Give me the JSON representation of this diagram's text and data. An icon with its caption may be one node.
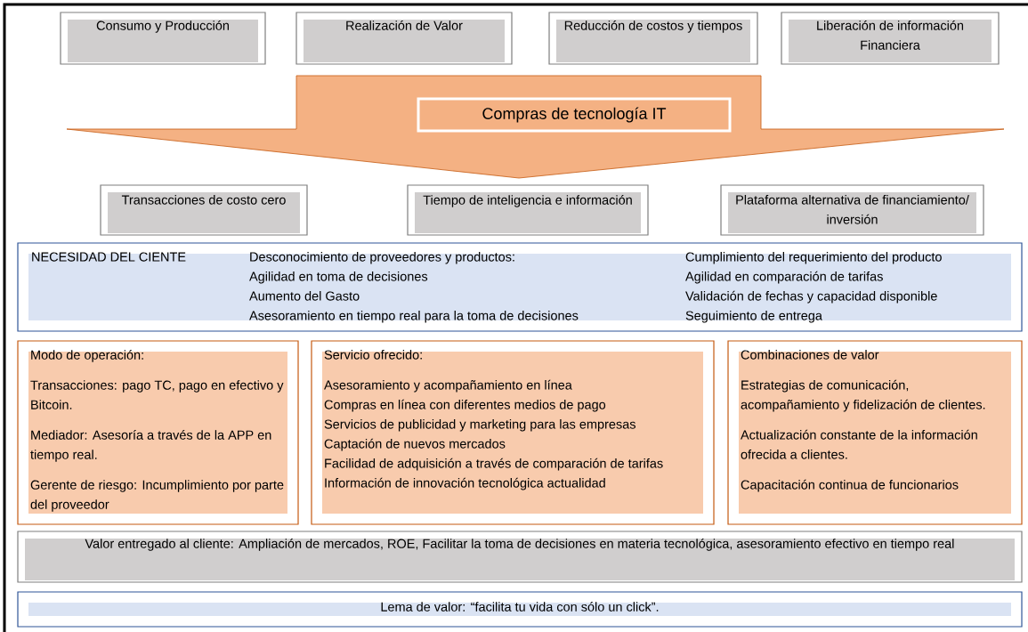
{
  "diagram": {
    "nodes": [
      {
        "text": [
          "Consumo y Producción"
        ]
      },
      {
        "text": [
          "Realización de Valor"
        ]
      },
      {
        "text": [
          "Reducción de costos y tiempos"
        ]
      },
      {
        "text": [
          "Liberación de información Financiera"
        ]
      },
      {
        "text": [
          "Compras de tecnología IT"
        ]
      },
      {
        "text": [
          "Transacciones de costo cero"
        ]
      },
      {
        "text": [
          "Tiempo de inteligencia e información"
        ]
      },
      {
        "text": [
          "Plataforma alternativa de financiamiento/ inversión"
        ]
      },
      {
        "text": [
          "NECESIDAD DEL CIENTE",
          "Desconocimiento de proveedores y productos:",
          "Agilidad en toma de decisiones",
          "Aumento del Gasto",
          "Asesoramiento en tiempo real para la toma de decisiones",
          "Cumplimiento del requerimiento del producto",
          "Agilidad en comparación de tarifas",
          "Validación de fechas y capacidad disponible",
          "Seguimiento de entrega"
        ]
      },
      {
        "text": [
          "Modo de operación:",
          "Transacciones: pago TC, pago en efectivo y Bitcoin.",
          "Mediador: Asesoría a través de la APP en tiempo real.",
          "Gerente de riesgo: Incumplimiento por parte del proveedor"
        ]
      },
      {
        "text": [
          "Servicio ofrecido:",
          "Asesoramiento y acompañamiento en línea",
          "Compras en línea con diferentes medios de pago",
          "Servicios de publicidad y marketing para las empresas",
          "Captación de nuevos mercados",
          "Facilidad de adquisición a través de comparación de tarifas",
          "Información de innovación tecnológica actualidad"
        ]
      },
      {
        "text": [
          "Combinaciones de valor",
          "Estrategias de comunicación, acompañamiento y fidelización de clientes.",
          "Actualización constante de la información ofrecida a clientes.",
          "Capacitación continua de funcionarios"
        ]
      },
      {
        "text": [
          "Valor entregado al cliente: Ampliación de mercados, ROE, Facilitar la toma de decisiones en materia tecnológica, asesoramiento efectivo en tiempo real"
        ]
      },
      {
        "text": [
          "Lema de valor: “facilita tu vida con sólo un click”."
        ]
      }
    ]
  }
}
